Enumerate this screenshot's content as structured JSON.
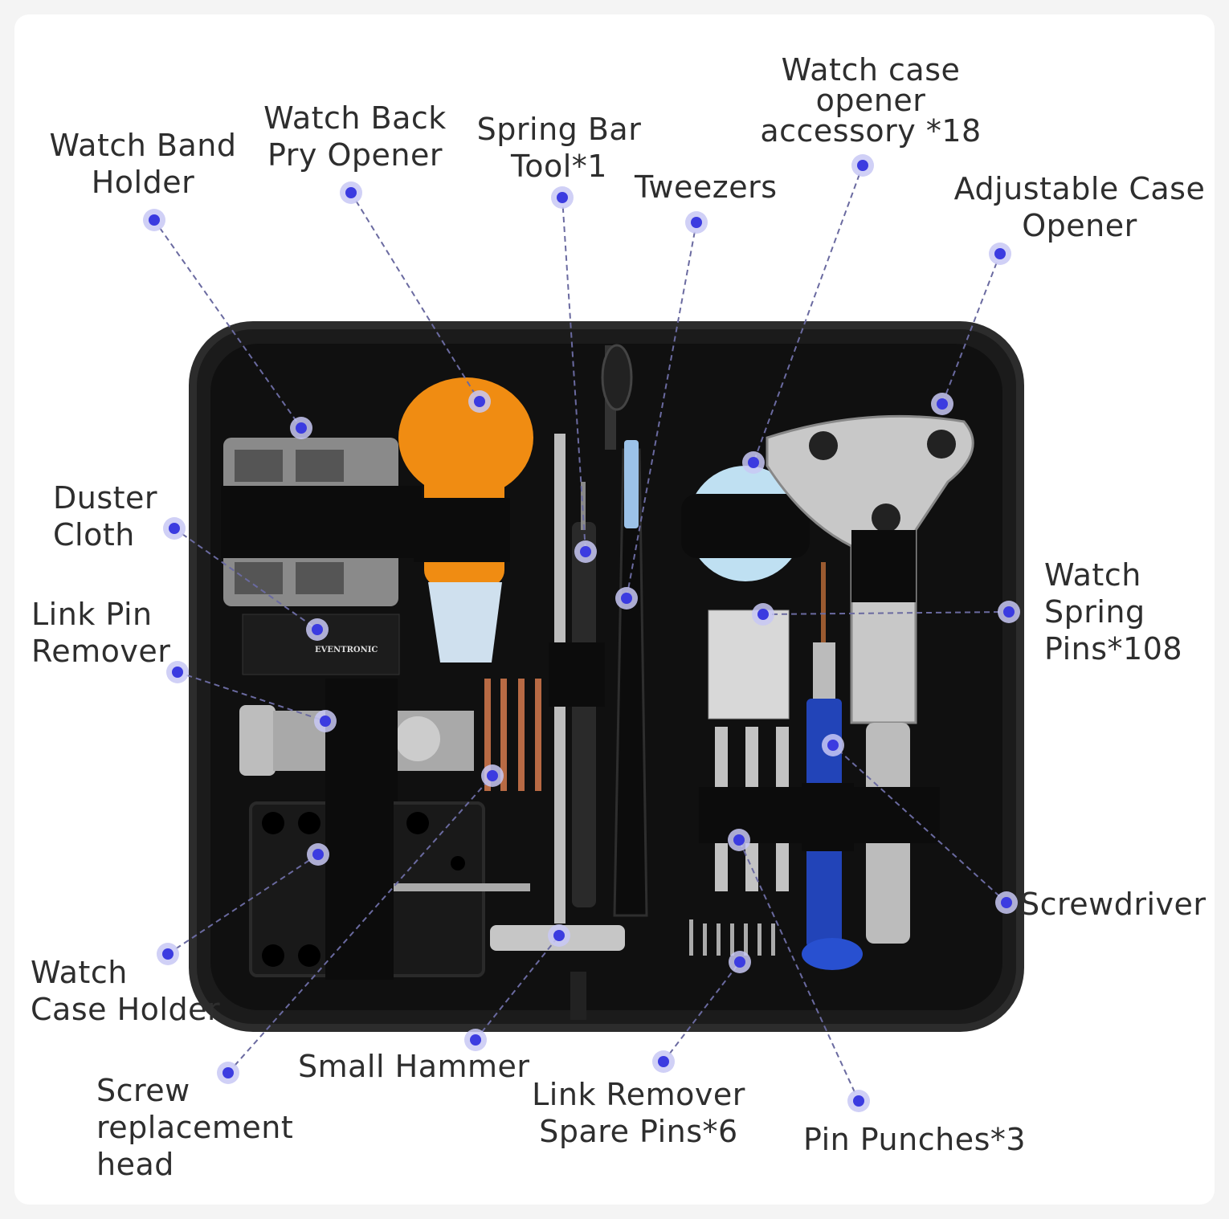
{
  "brand": "EVENTRONIC",
  "colors": {
    "dot": "#3b3be0",
    "halo": "#c8c8f4",
    "line": "#6a6aa0",
    "case": "#151515",
    "handle": "#f08c12"
  },
  "callouts": [
    {
      "label": "Watch Band\nHolder"
    },
    {
      "label": "Watch Back\nPry Opener"
    },
    {
      "label": "Spring Bar\nTool*1"
    },
    {
      "label": "Tweezers"
    },
    {
      "label": "Watch case\nopener\naccessory *18"
    },
    {
      "label": "Adjustable Case\nOpener"
    },
    {
      "label": "Duster\nCloth"
    },
    {
      "label": "Link Pin\nRemover"
    },
    {
      "label": "Watch\nSpring\nPins*108"
    },
    {
      "label": "Screwdriver"
    },
    {
      "label": "Watch\nCase  Holder"
    },
    {
      "label": "Screw\nreplacement\nhead"
    },
    {
      "label": "Small Hammer"
    },
    {
      "label": "Link Remover\nSpare Pins*6"
    },
    {
      "label": "Pin Punches*3"
    }
  ]
}
